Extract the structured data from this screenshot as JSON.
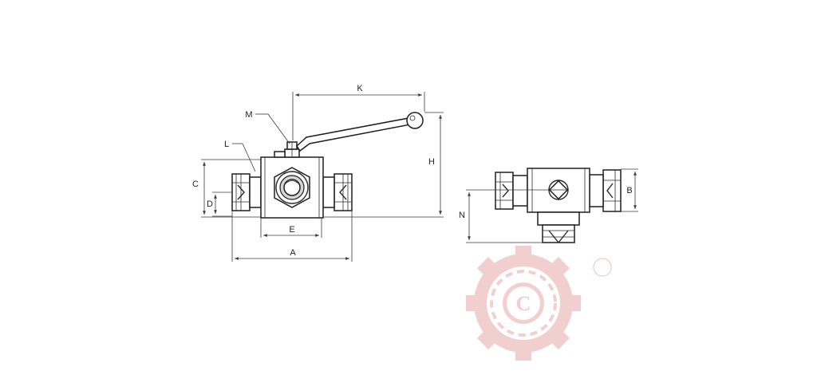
{
  "labels": {
    "K": "K",
    "M": "M",
    "L": "L",
    "H": "H",
    "C": "C",
    "D": "D",
    "E": "E",
    "A": "A",
    "B": "B",
    "N": "N"
  },
  "watermark": {
    "letter": "C",
    "color": "#e9a9a9"
  }
}
